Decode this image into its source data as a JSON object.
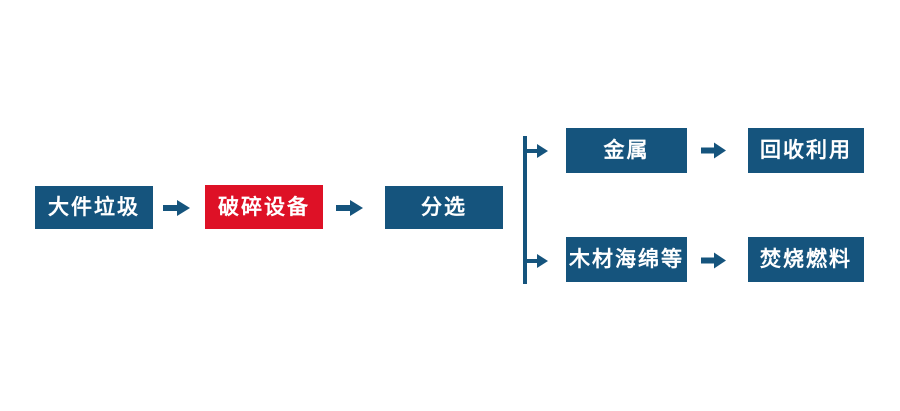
{
  "diagram": {
    "type": "flowchart",
    "colors": {
      "node_blue": "#15547d",
      "node_red": "#de1126",
      "arrow_blue": "#15547d",
      "text_white": "#ffffff",
      "background": "#ffffff"
    },
    "main_flow": {
      "bulky_waste": "大件垃圾",
      "crushing_equipment": "破碎设备",
      "sorting": "分选"
    },
    "branches": {
      "top": {
        "material": "金属",
        "outcome": "回收利用"
      },
      "bottom": {
        "material": "木材海绵等",
        "outcome": "焚烧燃料"
      }
    }
  }
}
